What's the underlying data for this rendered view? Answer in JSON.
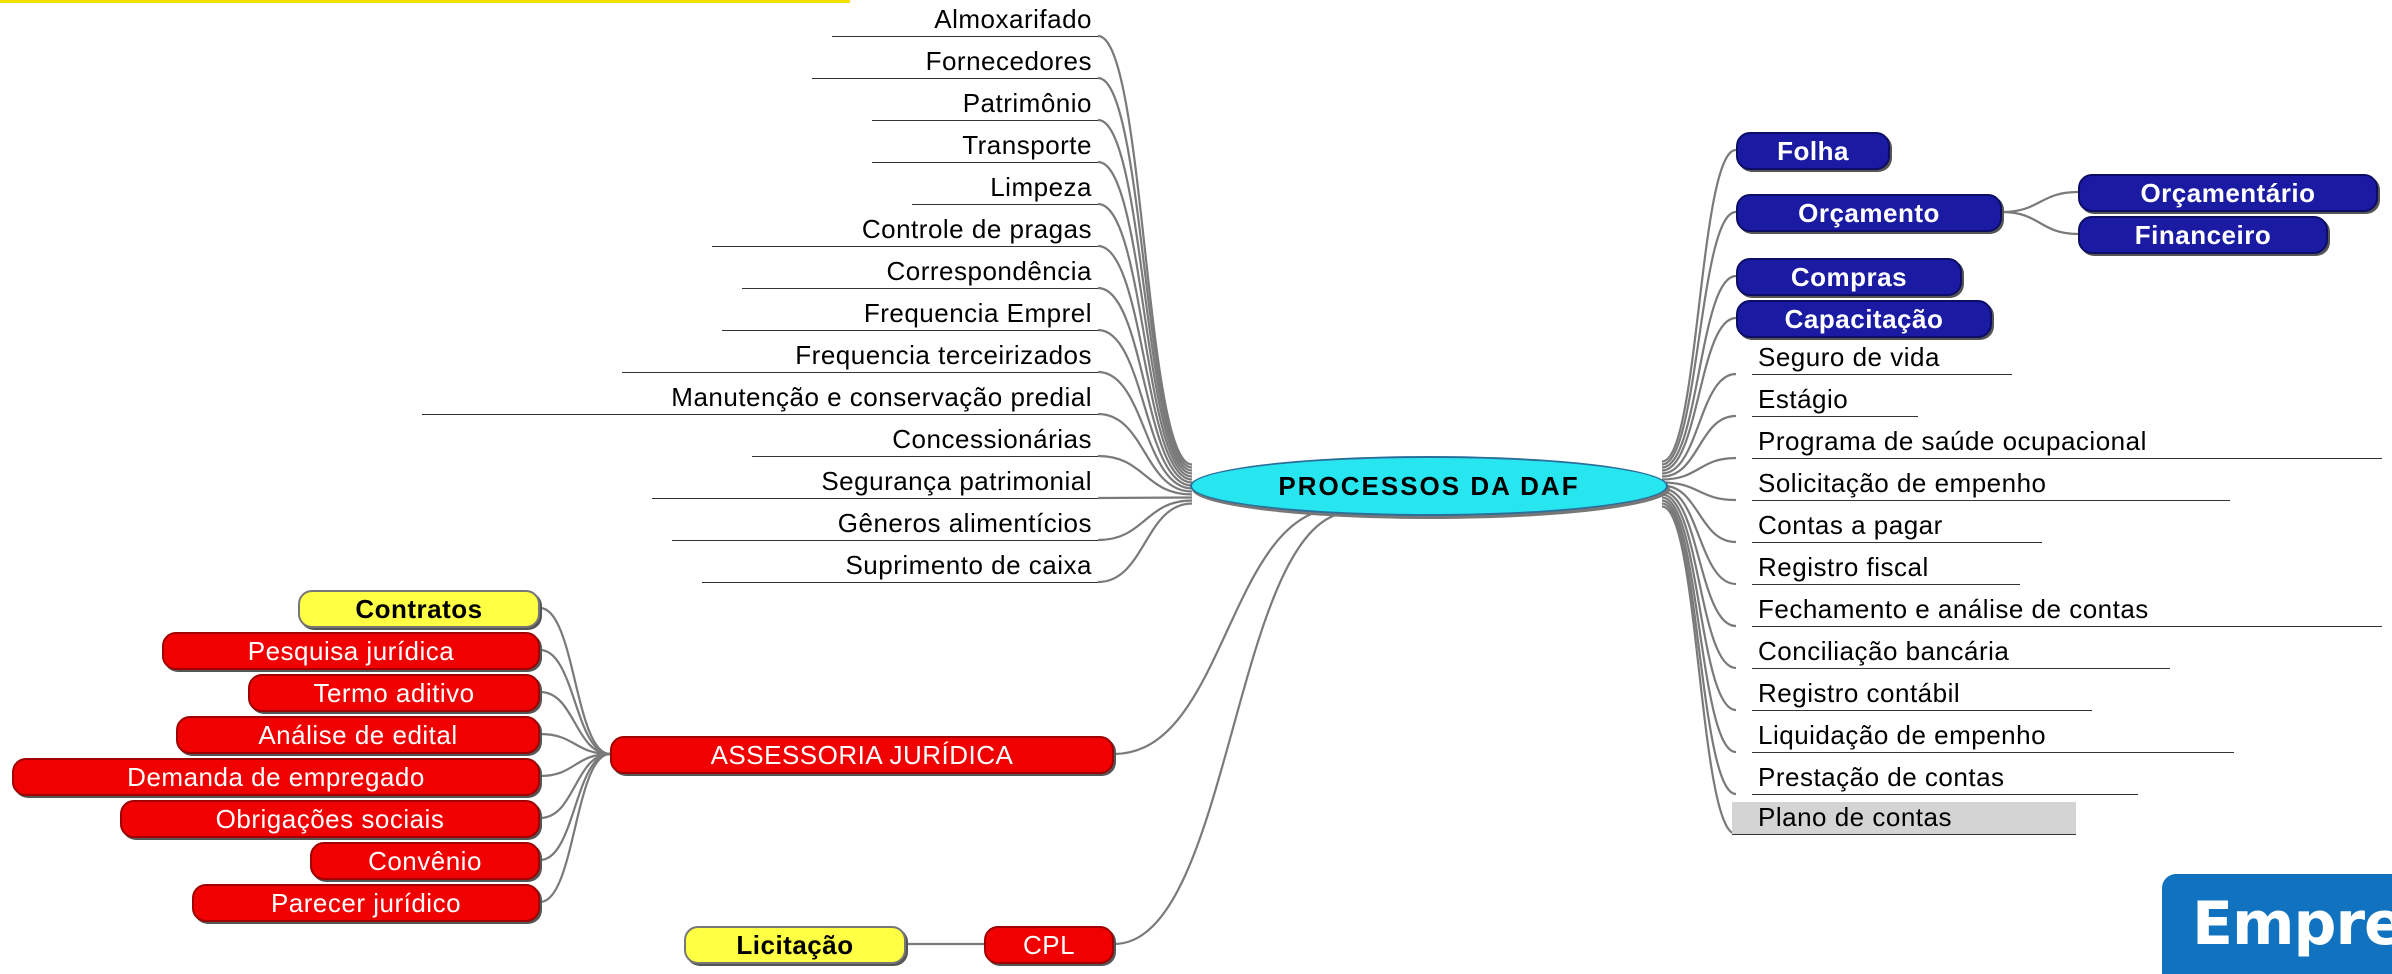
{
  "center": {
    "label": "PROCESSOS DA DAF"
  },
  "left_items": [
    "Almoxarifado",
    "Fornecedores",
    "Patrimônio",
    "Transporte",
    "Limpeza",
    "Controle de pragas",
    "Correspondência",
    "Frequencia Emprel",
    "Frequencia terceirizados",
    "Manutenção e conservação predial",
    "Concessionárias",
    "Segurança patrimonial",
    "Gêneros alimentícios",
    "Suprimento de caixa"
  ],
  "right_blue": {
    "folha": "Folha",
    "orcamento": "Orçamento",
    "orcamentario": "Orçamentário",
    "financeiro": "Financeiro",
    "compras": "Compras",
    "capacitacao": "Capacitação"
  },
  "right_items": [
    "Seguro de vida",
    "Estágio",
    "Programa de saúde ocupacional",
    "Solicitação de empenho",
    "Contas a pagar",
    "Registro fiscal",
    "Fechamento e análise de contas",
    "Conciliação bancária",
    "Registro contábil",
    "Liquidação de empenho",
    "Prestação de contas",
    "Plano de contas"
  ],
  "assessoria": {
    "label": "ASSESSORIA JURÍDICA",
    "contratos": "Contratos",
    "children": [
      "Pesquisa jurídica",
      "Termo aditivo",
      "Análise de edital",
      "Demanda de empregado",
      "Obrigações sociais",
      "Convênio",
      "Parecer jurídico"
    ]
  },
  "cpl": {
    "label": "CPL",
    "licitacao": "Licitação"
  },
  "logo": {
    "text": "Emprel"
  },
  "colors": {
    "center_fill": "#28e6f0",
    "blue_node": "#1a1aa3",
    "red_node": "#f00000",
    "yellow_node": "#ffff44",
    "gray_node": "#d4d4d4",
    "logo_blue": "#1173c0"
  }
}
